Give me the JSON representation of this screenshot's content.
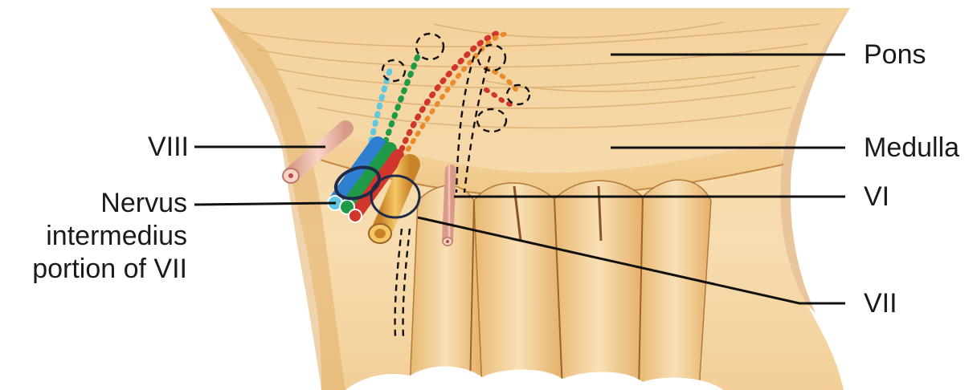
{
  "labels": {
    "pons": "Pons",
    "medulla": "Medulla",
    "vi": "VI",
    "vii": "VII",
    "viii": "VIII",
    "nervus": [
      "Nervus",
      "intermedius",
      "portion of VII"
    ]
  },
  "colors": {
    "background": "#ffffff",
    "tissue_light": "#f7ddb0",
    "tissue_base": "#f0c98a",
    "tissue_dark": "#c9904a",
    "fold_line": "#b27a3b",
    "leader_line": "#111111",
    "nerve_blue": "#2f7fd1",
    "nerve_green": "#1f9a46",
    "nerve_red": "#d2352c",
    "nerve_orange": "#e98a2b",
    "nerve_cyan": "#5ec8df",
    "nerve_gold": "#e7a83a",
    "nerve_pink": "#f2b9a7",
    "outline_dashed": "#111111"
  }
}
